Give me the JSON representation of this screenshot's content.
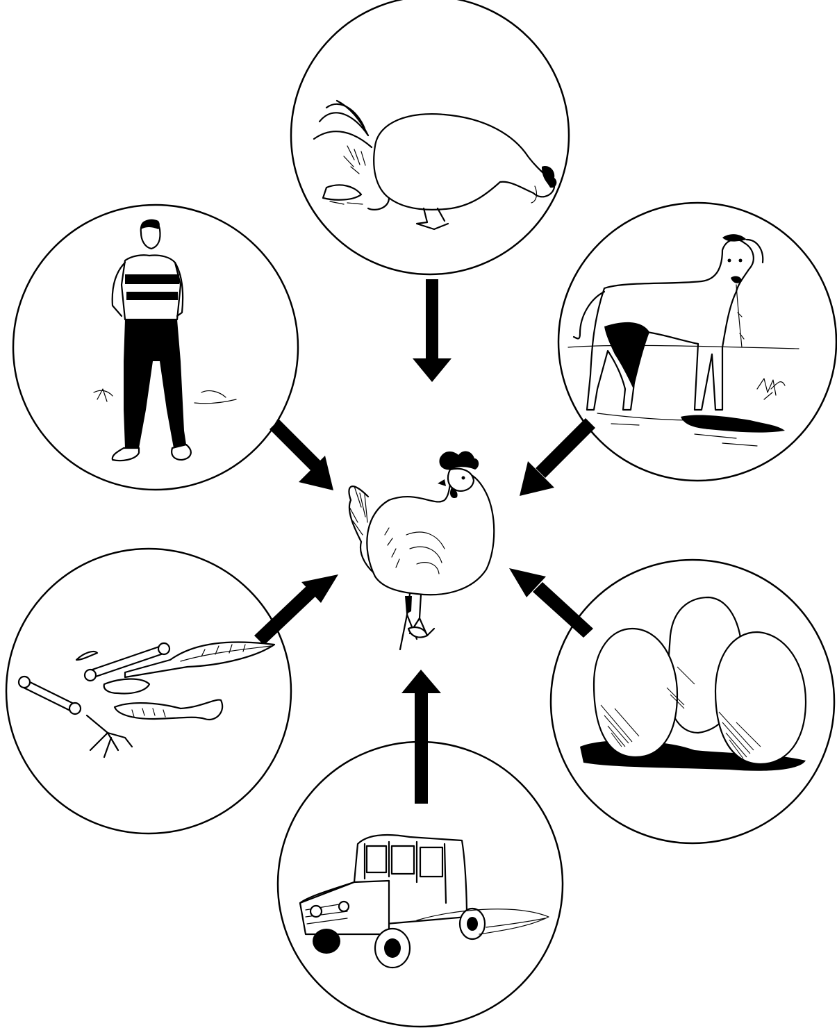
{
  "diagram": {
    "center": {
      "icon": "rooster-icon"
    },
    "nodes": [
      {
        "id": "sick-chicken",
        "icon": "sick-chicken-icon"
      },
      {
        "id": "dog",
        "icon": "dog-icon"
      },
      {
        "id": "eggs",
        "icon": "eggs-icon"
      },
      {
        "id": "vehicle",
        "icon": "vehicle-icon"
      },
      {
        "id": "chicken-remains",
        "icon": "chicken-remains-icon"
      },
      {
        "id": "person",
        "icon": "person-icon"
      }
    ],
    "edges": [
      {
        "from": "sick-chicken",
        "to": "center"
      },
      {
        "from": "dog",
        "to": "center"
      },
      {
        "from": "eggs",
        "to": "center"
      },
      {
        "from": "vehicle",
        "to": "center"
      },
      {
        "from": "chicken-remains",
        "to": "center"
      },
      {
        "from": "person",
        "to": "center"
      }
    ],
    "colors": {
      "ink": "#000000",
      "paper": "#ffffff"
    }
  }
}
